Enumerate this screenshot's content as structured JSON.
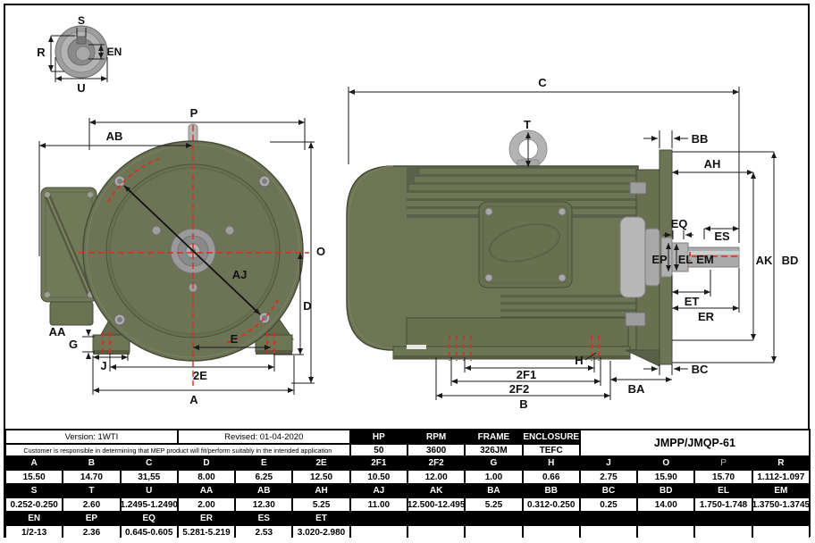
{
  "inset": {
    "s": "S",
    "r": "R",
    "en": "EN",
    "u": "U"
  },
  "front": {
    "p": "P",
    "ab": "AB",
    "aa": "AA",
    "aj": "AJ",
    "o": "O",
    "d": "D",
    "g": "G",
    "j": "J",
    "e": "E",
    "e2": "2E",
    "a": "A"
  },
  "side": {
    "c": "C",
    "t": "T",
    "bb": "BB",
    "ah": "AH",
    "eq": "EQ",
    "es": "ES",
    "ep": "EP",
    "el": "EL",
    "em": "EM",
    "et": "ET",
    "er": "ER",
    "ak": "AK",
    "bd": "BD",
    "h": "H",
    "bc": "BC",
    "ba": "BA",
    "f1": "2F1",
    "f2": "2F2",
    "b": "B"
  },
  "info": {
    "version": "Version: 1WTI",
    "revised": "Revised: 01-04-2020",
    "disclaimer": "Customer is responsible in determining that MEP product will fit/perform suitably in the intended application",
    "model": "JMPP/JMQP-61",
    "spec_headers": [
      "HP",
      "RPM",
      "FRAME",
      "ENCLOSURE"
    ],
    "spec_values": [
      "50",
      "3600",
      "326JM",
      "TEFC"
    ]
  },
  "dims": {
    "h1": [
      "A",
      "B",
      "C",
      "D",
      "E",
      "2E",
      "2F1",
      "2F2",
      "G",
      "H",
      "J",
      "O",
      "P",
      "R"
    ],
    "v1": [
      "15.50",
      "14.70",
      "31,55",
      "8.00",
      "6.25",
      "12.50",
      "10.50",
      "12.00",
      "1.00",
      "0.66",
      "2.75",
      "15.90",
      "15.70",
      "1.112-1.097"
    ],
    "h2": [
      "S",
      "T",
      "U",
      "AA",
      "AB",
      "AH",
      "AJ",
      "AK",
      "BA",
      "BB",
      "BC",
      "BD",
      "EL",
      "EM"
    ],
    "v2": [
      "0.252-0.250",
      "2.60",
      "1.2495-1.2490",
      "2.00",
      "12.30",
      "5.25",
      "11.00",
      "12.500-12.495",
      "5.25",
      "0.312-0.250",
      "0.25",
      "14.00",
      "1.750-1.748",
      "1.3750-1.3745"
    ],
    "h3": [
      "EN",
      "EP",
      "EQ",
      "ER",
      "ES",
      "ET"
    ],
    "v3": [
      "1/2-13",
      "2.36",
      "0.645-0.605",
      "5.281-5.219",
      "2.53",
      "3.020-2.980"
    ]
  },
  "colors": {
    "body_green": "#6e7554",
    "body_green_dark": "#596048",
    "body_green_darker": "#454b35",
    "metal_gray": "#b5b5b5",
    "dim_line": "#1a1a1a",
    "centerline_red": "#e02a1e",
    "header_bg": "#000000",
    "header_fg": "#ffffff",
    "p_header_fg": "#b9b9b9"
  }
}
